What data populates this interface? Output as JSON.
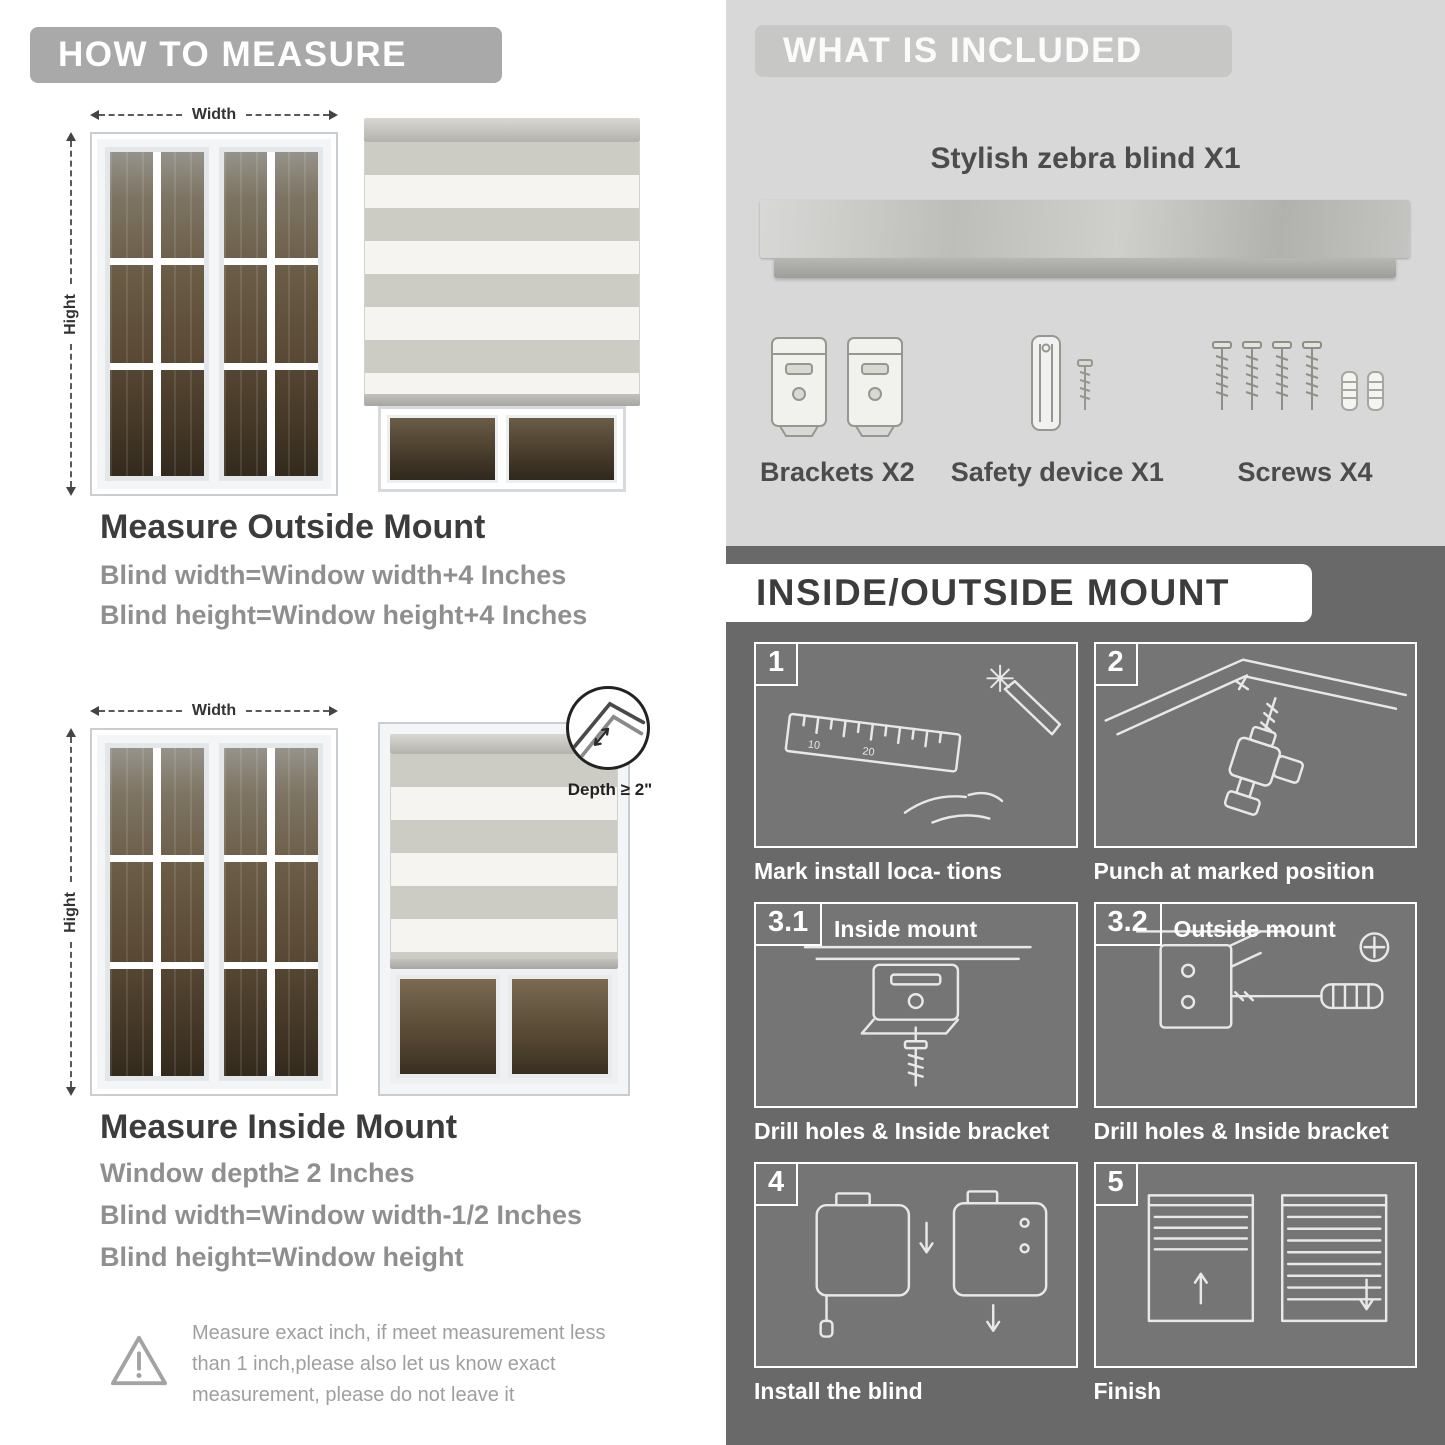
{
  "measure": {
    "header": "HOW TO MEASURE",
    "width_label": "Width",
    "height_label": "Hight",
    "outside": {
      "title": "Measure Outside Mount",
      "lines": [
        "Blind width=Window width+4 Inches",
        "Blind height=Window height+4 Inches"
      ]
    },
    "inside": {
      "title": "Measure Inside Mount",
      "depth_callout": "Depth ≥ 2\"",
      "lines": [
        "Window depth≥ 2 Inches",
        "Blind width=Window width-1/2 Inches",
        "Blind height=Window height"
      ]
    },
    "warning": "Measure exact inch, if meet measurement less than 1 inch,please also let us know exact measurement, please do not leave it"
  },
  "included": {
    "header": "WHAT IS INCLUDED",
    "product": "Stylish zebra blind X1",
    "items": [
      {
        "name": "brackets",
        "label": "Brackets X2"
      },
      {
        "name": "safety-device",
        "label": "Safety device X1"
      },
      {
        "name": "screws",
        "label": "Screws X4"
      }
    ]
  },
  "mount": {
    "header": "INSIDE/OUTSIDE MOUNT",
    "steps": [
      {
        "num": "1",
        "title": "",
        "caption": "Mark install loca- tions"
      },
      {
        "num": "2",
        "title": "",
        "caption": "Punch at  marked position"
      },
      {
        "num": "3.1",
        "title": "Inside mount",
        "caption": "Drill holes &  Inside bracket"
      },
      {
        "num": "3.2",
        "title": "Outside mount",
        "caption": "Drill holes &  Inside bracket"
      },
      {
        "num": "4",
        "title": "",
        "caption": "Install the blind"
      },
      {
        "num": "5",
        "title": "",
        "caption": "Finish"
      }
    ]
  }
}
